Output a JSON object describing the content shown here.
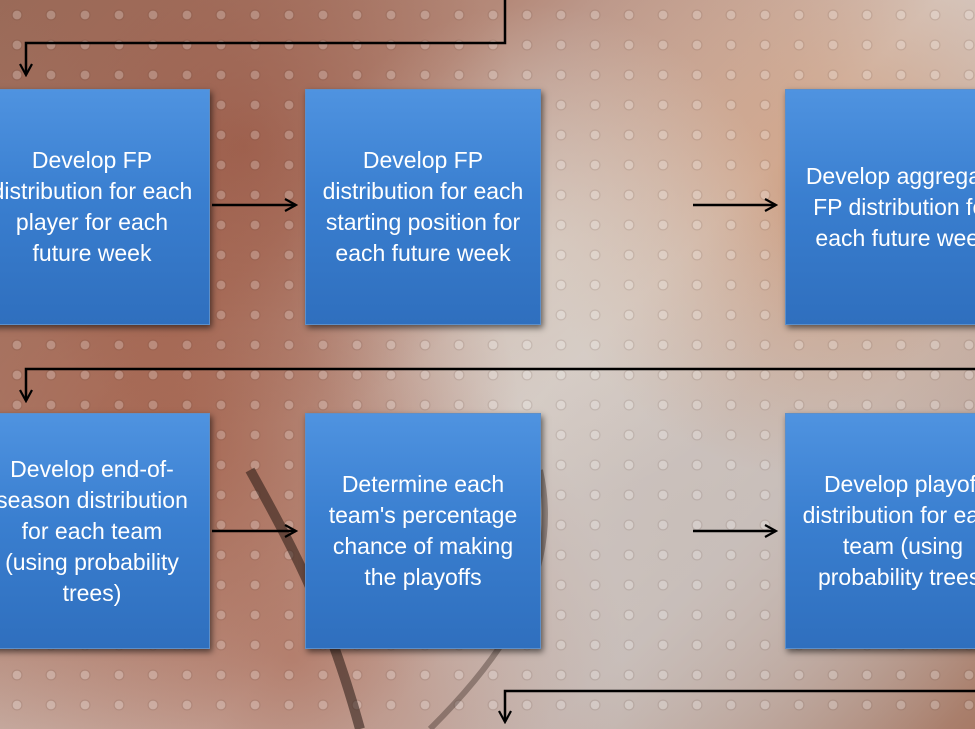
{
  "diagram": {
    "boxes": [
      {
        "text": "Develop FP distribution for each player for each future week"
      },
      {
        "text": "Develop FP distribution for each starting position for each future week"
      },
      {
        "text": "Develop aggregate FP distribution for each future week"
      },
      {
        "text": "Develop end-of-season distribution for each team (using probability trees)"
      },
      {
        "text": "Determine each team's percentage chance of making the playoffs"
      },
      {
        "text": "Develop playoff distribution for each team (using probability trees)"
      }
    ]
  },
  "colors": {
    "box_fill": "#3a7fd0",
    "box_text": "#ffffff",
    "arrow": "#000000"
  }
}
